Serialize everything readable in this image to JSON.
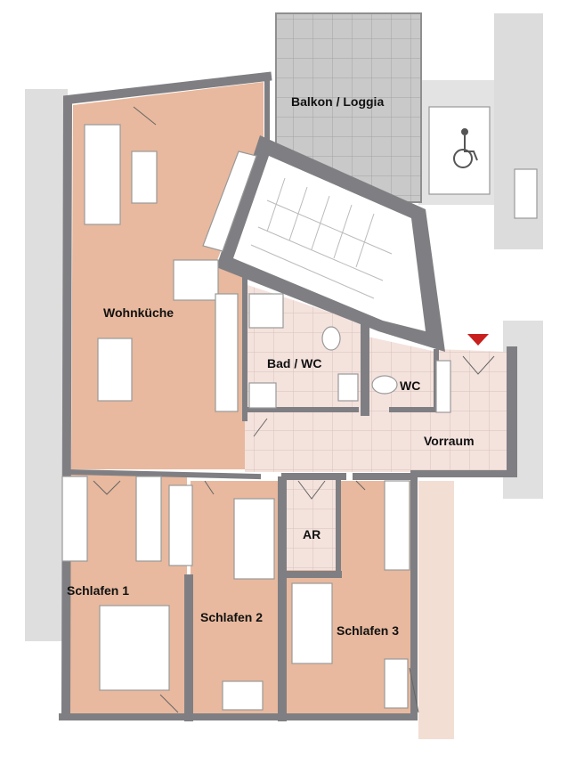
{
  "rooms": {
    "balkon": "Balkon / Loggia",
    "wohnkueche": "Wohnküche",
    "bad": "Bad / WC",
    "wc": "WC",
    "vorraum": "Vorraum",
    "ar": "AR",
    "schlafen1": "Schlafen 1",
    "schlafen2": "Schlafen 2",
    "schlafen3": "Schlafen 3"
  },
  "colors": {
    "wall": "#7f7f83",
    "room": "#e8b99e",
    "tile": "#f4e2dd",
    "balcony": "#c9c9c9",
    "entrance": "#c8201e"
  },
  "icons": [
    "wheelchair-icon",
    "entrance-marker-icon"
  ]
}
